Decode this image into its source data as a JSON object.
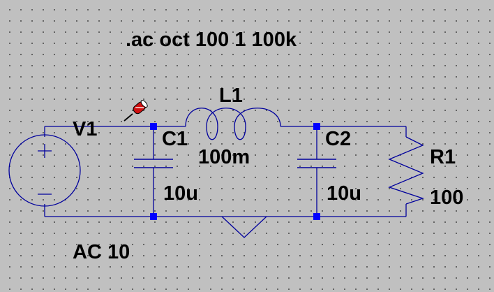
{
  "directive": ".ac oct 100 1 100k",
  "components": {
    "v1": {
      "name": "V1",
      "value": "AC 10"
    },
    "c1": {
      "name": "C1",
      "value": "10u"
    },
    "l1": {
      "name": "L1",
      "value": "100m"
    },
    "c2": {
      "name": "C2",
      "value": "10u"
    },
    "r1": {
      "name": "R1",
      "value": "100"
    }
  },
  "colors": {
    "background": "#c0c0c0",
    "wire": "#00009c",
    "junction": "#0000ff",
    "text": "#000000",
    "probe": "#d01010"
  },
  "icons": {
    "probe": "voltage-probe-cursor-icon"
  }
}
